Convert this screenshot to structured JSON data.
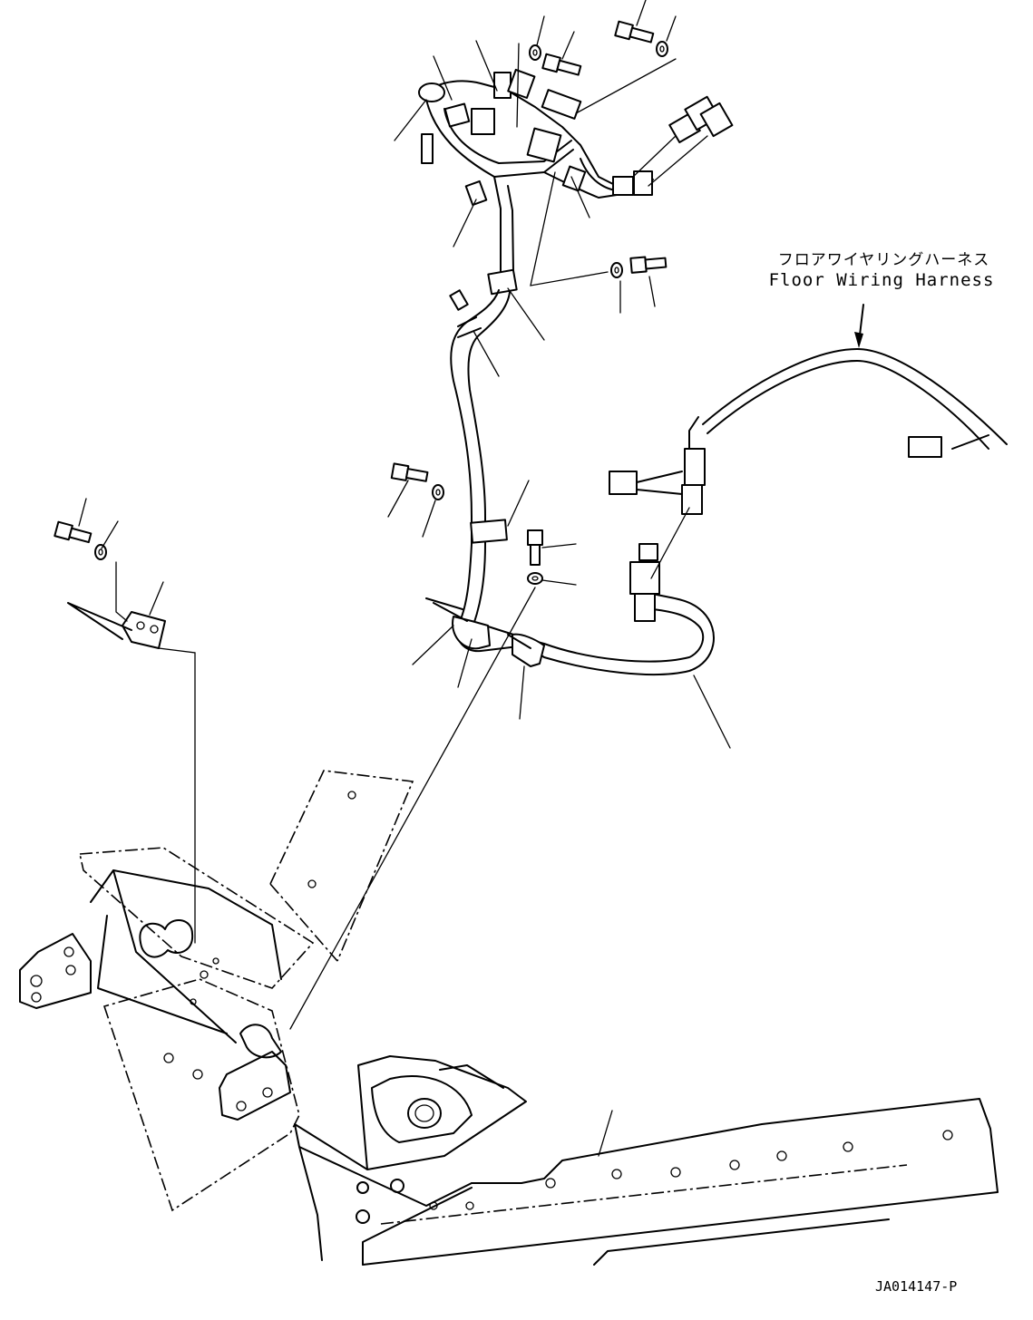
{
  "diagram": {
    "harness_label_jp": "フロアワイヤリングハーネス",
    "harness_label_en": "Floor Wiring Harness",
    "drawing_id": "JA014147-P"
  },
  "icons": {
    "bolt": "bolt-icon",
    "washer": "washer-icon",
    "connector": "connector-icon",
    "clamp": "clamp-icon"
  }
}
